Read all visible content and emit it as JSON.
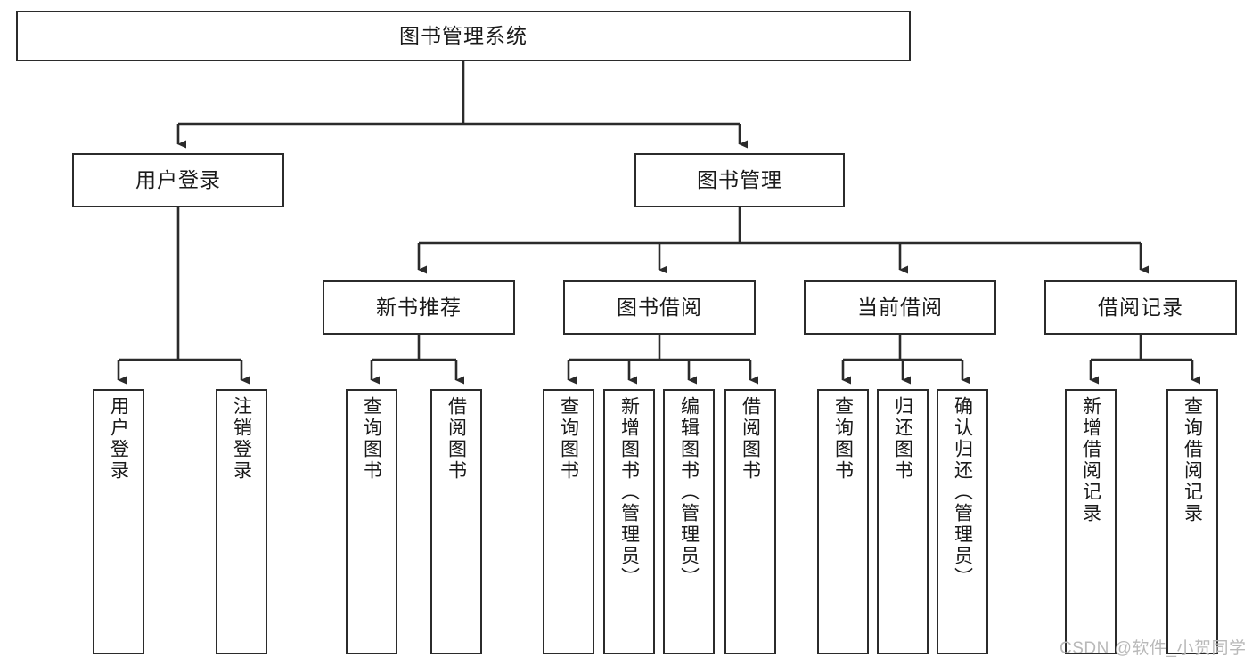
{
  "diagram": {
    "title_node": {
      "id": "root",
      "label": "图书管理系统"
    },
    "level2": [
      {
        "id": "user-login",
        "label": "用户登录"
      },
      {
        "id": "book-management",
        "label": "图书管理"
      }
    ],
    "level3": [
      {
        "id": "new-book-recommend",
        "label": "新书推荐"
      },
      {
        "id": "book-borrow",
        "label": "图书借阅"
      },
      {
        "id": "current-borrow",
        "label": "当前借阅"
      },
      {
        "id": "borrow-record",
        "label": "借阅记录"
      }
    ],
    "leaves": {
      "user_login": [
        {
          "id": "leaf-user-login",
          "label": "用户登录"
        },
        {
          "id": "leaf-logout",
          "label": "注销登录"
        }
      ],
      "new_book_recommend": [
        {
          "id": "leaf-query-book-1",
          "label": "查询图书"
        },
        {
          "id": "leaf-borrow-book-1",
          "label": "借阅图书"
        }
      ],
      "book_borrow": [
        {
          "id": "leaf-query-book-2",
          "label": "查询图书"
        },
        {
          "id": "leaf-add-book",
          "label": "新增图书（管理员）"
        },
        {
          "id": "leaf-edit-book",
          "label": "编辑图书（管理员）"
        },
        {
          "id": "leaf-borrow-book-2",
          "label": "借阅图书"
        }
      ],
      "current_borrow": [
        {
          "id": "leaf-query-book-3",
          "label": "查询图书"
        },
        {
          "id": "leaf-return-book",
          "label": "归还图书"
        },
        {
          "id": "leaf-confirm-return",
          "label": "确认归还（管理员）"
        }
      ],
      "borrow_record": [
        {
          "id": "leaf-add-record",
          "label": "新增借阅记录"
        },
        {
          "id": "leaf-query-record",
          "label": "查询借阅记录"
        }
      ]
    }
  },
  "watermark": {
    "text": "CSDN @软件_小贺同学"
  },
  "colors": {
    "stroke": "#2b2b2b",
    "background": "#ffffff",
    "text": "#1a1a1a",
    "watermark": "#b9b9b9"
  }
}
